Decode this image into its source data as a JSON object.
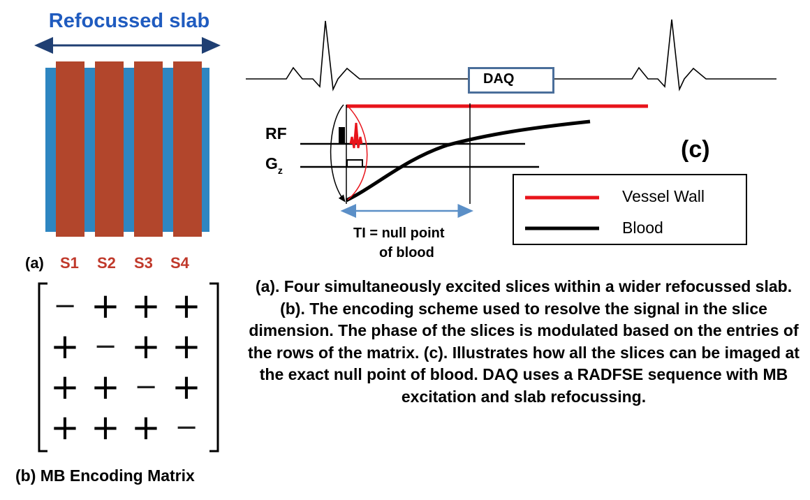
{
  "panel_a": {
    "title": "Refocussed slab",
    "label": "(a)",
    "slices": [
      "S1",
      "S2",
      "S3",
      "S4"
    ],
    "colors": {
      "slab": "#2e86c1",
      "slice": "#b2462c",
      "title": "#1f5bbf",
      "slice_label": "#c0392b"
    }
  },
  "panel_b": {
    "label": "(b) MB Encoding Matrix",
    "matrix": [
      [
        "−",
        "+",
        "+",
        "+"
      ],
      [
        "+",
        "−",
        "+",
        "+"
      ],
      [
        "+",
        "+",
        "−",
        "+"
      ],
      [
        "+",
        "+",
        "+",
        "−"
      ]
    ]
  },
  "panel_c": {
    "label": "(c)",
    "daq": "DAQ",
    "rf": "RF",
    "gz": "G",
    "gz_sub": "z",
    "ti_line1": "TI  = null point",
    "ti_line2": "of blood",
    "legend": [
      {
        "label": "Vessel Wall",
        "color": "#e8141b"
      },
      {
        "label": "Blood",
        "color": "#000000"
      }
    ]
  },
  "caption": "(a). Four simultaneously excited slices within a wider refocussed slab. (b). The encoding scheme used to resolve the signal in the slice dimension. The phase of the slices is modulated based on the entries of the rows of the matrix. (c). Illustrates how all the slices can be imaged at the exact null point of blood. DAQ uses a RADFSE sequence with MB excitation and slab refocussing."
}
